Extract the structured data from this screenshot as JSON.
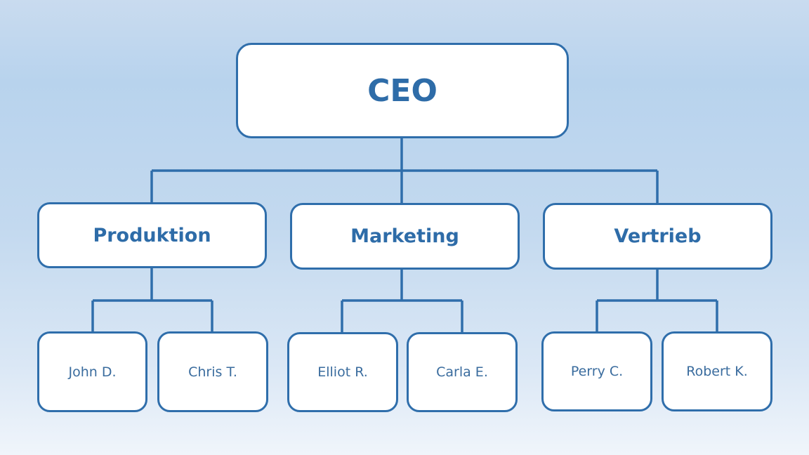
{
  "ceo": "CEO",
  "departments": [
    {
      "name": "Produktion",
      "members": [
        "John D.",
        "Chris T."
      ]
    },
    {
      "name": "Marketing",
      "members": [
        "Elliot R.",
        "Carla E."
      ]
    },
    {
      "name": "Vertrieb",
      "members": [
        "Perry C.",
        "Robert K."
      ]
    }
  ],
  "colors": {
    "accent": "#2f6eab"
  }
}
